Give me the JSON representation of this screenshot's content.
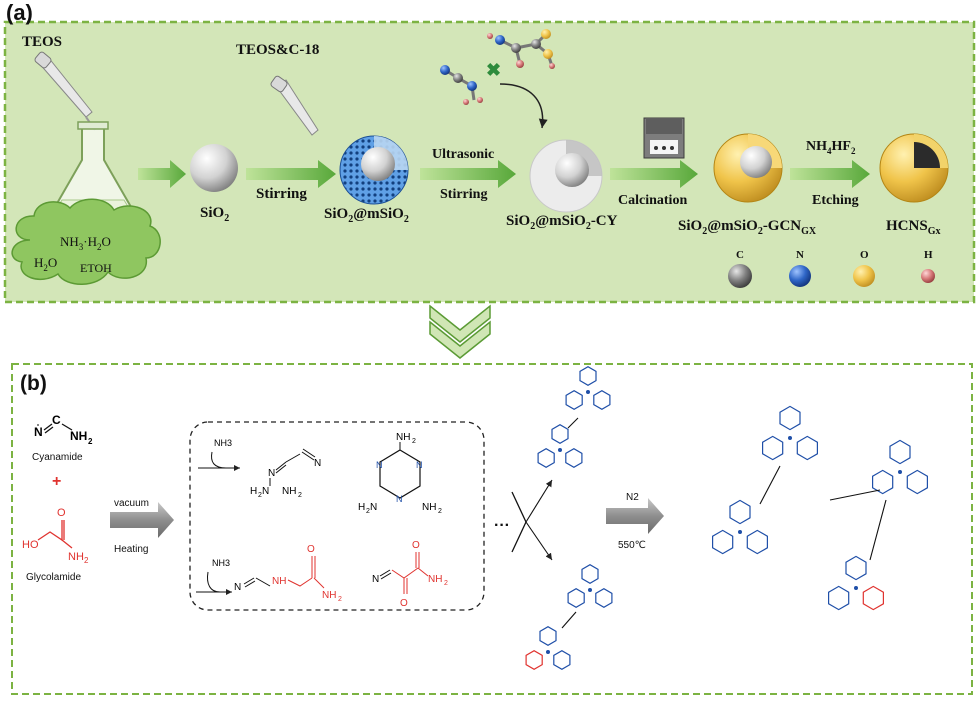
{
  "panel_a": {
    "label": "(a)",
    "teos": "TEOS",
    "teos_c18": "TEOS&C-18",
    "solvent": {
      "nh3": "NH",
      "nh3_sub": "3",
      "nh3_rest": "·H",
      "nh3_sub2": "2",
      "nh3_o": "O",
      "h2o": "H",
      "h2o_sub": "2",
      "h2o_o": "O",
      "etoh": "ETOH"
    },
    "sio2": {
      "base": "SiO",
      "sub": "2"
    },
    "stirring": "Stirring",
    "sio2_msio2": {
      "a": "SiO",
      "a_sub": "2",
      "b": "@mSiO",
      "b_sub": "2"
    },
    "ultrasonic": "Ultrasonic",
    "stirring2": "Stirring",
    "cy": {
      "a": "SiO",
      "a_sub": "2",
      "b": "@mSiO",
      "b_sub": "2",
      "c": "-CY"
    },
    "calcination": "Calcination",
    "gcn": {
      "a": "SiO",
      "a_sub": "2",
      "b": "@mSiO",
      "b_sub": "2",
      "c": "-GCN",
      "c_sub": "GX"
    },
    "nh4hf2": {
      "a": "NH",
      "a_sub": "4",
      "b": "HF",
      "b_sub": "2"
    },
    "etching": "Etching",
    "hcns": {
      "a": "HCNS",
      "a_sub": "Gx"
    },
    "legend": {
      "c": "C",
      "n": "N",
      "o": "O",
      "h": "H"
    }
  },
  "panel_b": {
    "label": "(b)",
    "cyanamide": "Cyanamide",
    "plus": "+",
    "glycolamide": "Glycolamide",
    "vacuum": "vacuum",
    "heating": "Heating",
    "nh3_1": "NH3",
    "nh3_2": "NH3",
    "n2": "N2",
    "temp": "550℃",
    "dots": "···"
  },
  "colors": {
    "panel_a_bg": "#cfe3b3",
    "panel_a_border": "#7cb342",
    "arrow_green": "#7cc242",
    "gold": "#e0b43a",
    "red": "#e0332f",
    "blue": "#1f4fa8"
  }
}
